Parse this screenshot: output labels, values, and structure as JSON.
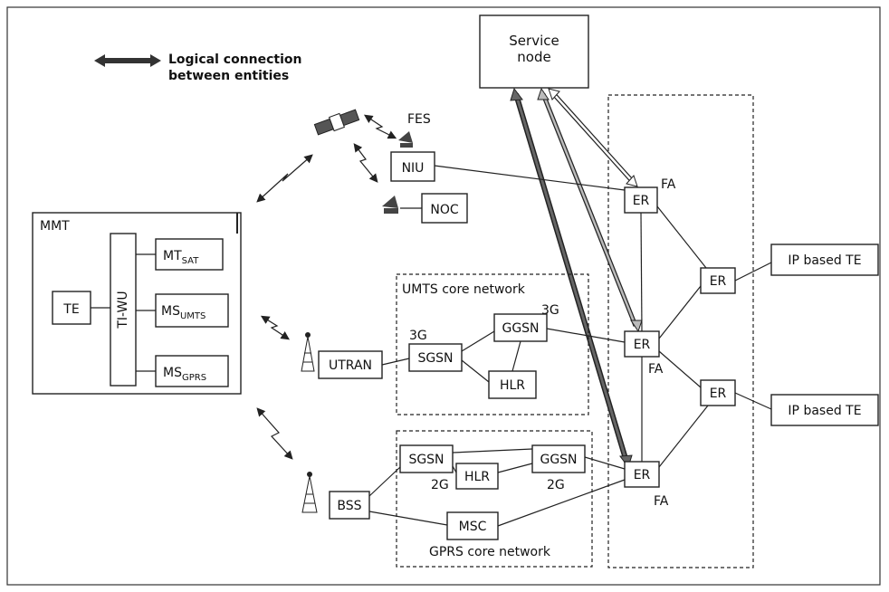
{
  "legend": {
    "line1": "Logical connection",
    "line2": "between entities"
  },
  "service_node": {
    "line1": "Service",
    "line2": "node"
  },
  "satellite": {
    "fes": "FES",
    "niu": "NIU",
    "noc": "NOC"
  },
  "mmt": {
    "title": "MMT",
    "te": "TE",
    "tiwu": "TI-WU",
    "mt_sat": {
      "main": "MT",
      "sub": "SAT"
    },
    "ms_umts": {
      "main": "MS",
      "sub": "UMTS"
    },
    "ms_gprs": {
      "main": "MS",
      "sub": "GPRS"
    }
  },
  "umts": {
    "label": "UMTS core network",
    "utran": "UTRAN",
    "sgsn": "SGSN",
    "ggsn": "GGSN",
    "hlr": "HLR",
    "sgsn_tag": "3G",
    "ggsn_tag": "3G"
  },
  "gprs": {
    "label": "GPRS core network",
    "bss": "BSS",
    "sgsn": "SGSN",
    "ggsn": "GGSN",
    "hlr": "HLR",
    "msc": "MSC",
    "sgsn_tag": "2G",
    "ggsn_tag": "2G"
  },
  "routers": {
    "er": "ER",
    "fa": "FA",
    "ip_te": "IP based TE"
  },
  "colors": {
    "arrow_dark": "#555555",
    "arrow_light": "#ffffff",
    "stroke": "#222222"
  }
}
